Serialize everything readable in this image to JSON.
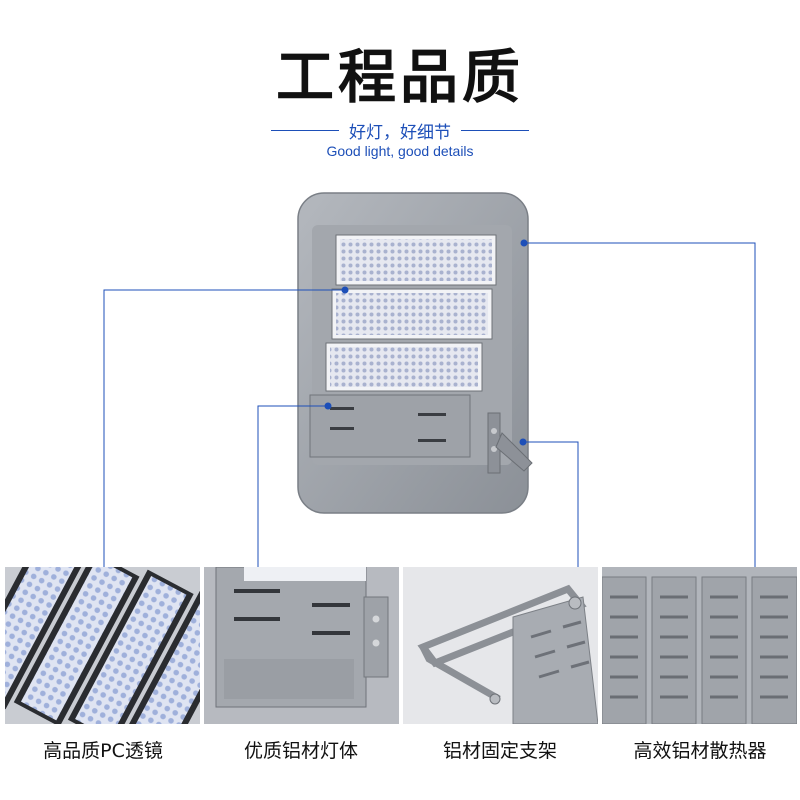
{
  "header": {
    "title": "工程品质",
    "subtitle_cn": "好灯，好细节",
    "subtitle_en": "Good light, good details"
  },
  "colors": {
    "accent": "#1d4fb8",
    "housing": "#9a9ea5",
    "led_panel": "#e3e6ee"
  },
  "features": [
    {
      "label": "高品质PC透镜"
    },
    {
      "label": "优质铝材灯体"
    },
    {
      "label": "铝材固定支架"
    },
    {
      "label": "高效铝材散热器"
    }
  ]
}
